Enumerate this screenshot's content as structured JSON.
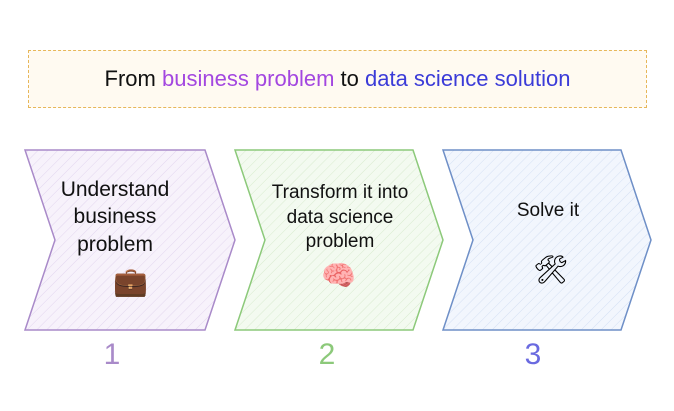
{
  "title": {
    "part1": "From ",
    "part2": "business problem",
    "part3": " to ",
    "part4": "data science solution",
    "color2": "#a347e0",
    "color4": "#3b3bd8"
  },
  "steps": [
    {
      "number": "1",
      "label": "Understand business problem",
      "icon": "briefcase-icon",
      "glyph": "💼",
      "color": "#a98ac9",
      "fill": "#f7f2fb"
    },
    {
      "number": "2",
      "label": "Transform it into data science problem",
      "icon": "brain-icon",
      "glyph": "🧠",
      "color": "#8cc97a",
      "fill": "#f3faf0"
    },
    {
      "number": "3",
      "label": "Solve it",
      "icon": "tools-icon",
      "glyph": "🛠",
      "color": "#6e8fc7",
      "fill": "#f2f6fd"
    }
  ]
}
